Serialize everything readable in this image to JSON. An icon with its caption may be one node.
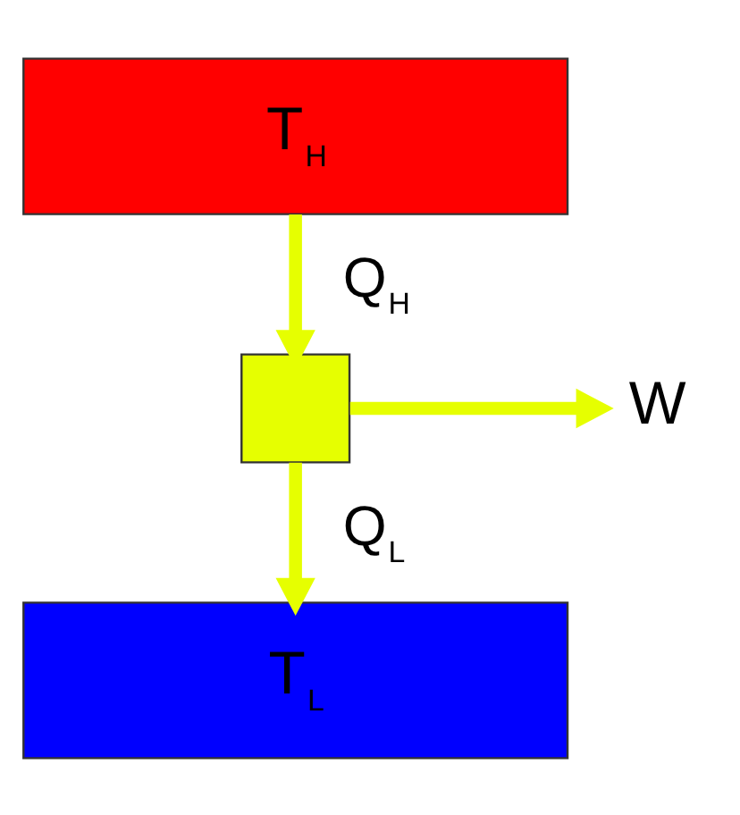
{
  "diagram": {
    "nodes": [
      {
        "text": [
          "T$_{H}$"
        ]
      },
      {
        "text": [],
        "shape": "box"
      },
      {
        "text": [
          "T$_{L}$"
        ]
      },
      {
        "text": [
          "W"
        ]
      }
    ],
    "edges": [
      {
        "from": 0,
        "to": 1,
        "arrow": "to",
        "label": "Q$_{H}$"
      },
      {
        "from": 1,
        "to": 2,
        "arrow": "to",
        "label": "Q$_{L}$"
      },
      {
        "from": 1,
        "to": 3,
        "arrow": "to"
      }
    ]
  }
}
